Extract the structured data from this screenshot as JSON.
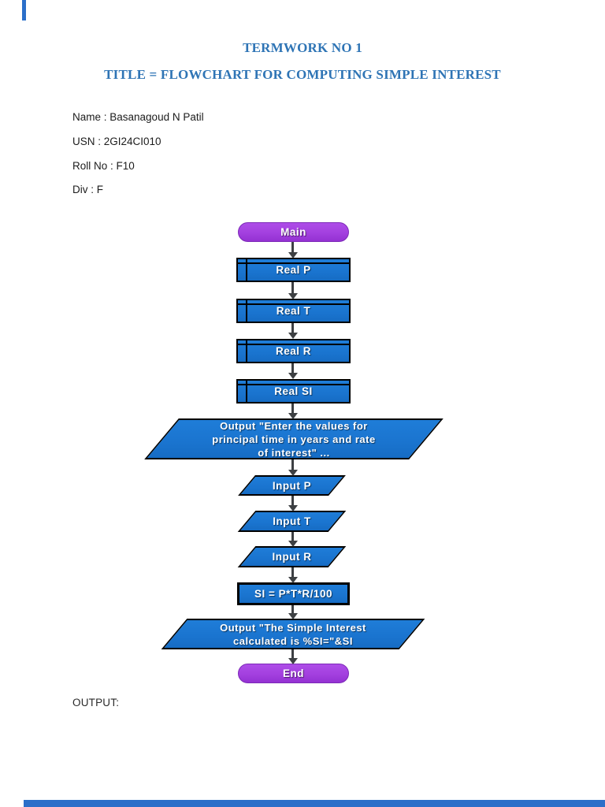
{
  "page": {
    "title1": "TERMWORK NO 1",
    "title2": "TITLE = FLOWCHART FOR COMPUTING SIMPLE INTEREST",
    "info": [
      "Name : Basanagoud N Patil",
      "USN : 2GI24CI010",
      "Roll No : F10",
      "Div : F"
    ],
    "output_label": "OUTPUT:"
  },
  "colors": {
    "heading_blue": "#2E74B5",
    "shape_blue": "#1A74CF",
    "shape_purple": "#A340DF",
    "shape_border": "#000000",
    "arrow_gray": "#3D4043",
    "adjacent_page_blue": "#2B6FC9"
  },
  "flowchart": {
    "nodes": [
      {
        "id": "main",
        "type": "terminal",
        "label": "Main"
      },
      {
        "id": "real-p",
        "type": "declare",
        "label": "Real P"
      },
      {
        "id": "real-t",
        "type": "declare",
        "label": "Real T"
      },
      {
        "id": "real-r",
        "type": "declare",
        "label": "Real R"
      },
      {
        "id": "real-si",
        "type": "declare",
        "label": "Real SI"
      },
      {
        "id": "output-prompt",
        "type": "output",
        "label": "Output \"Enter the values for\nprincipal time in years and rate\nof interest\" ..."
      },
      {
        "id": "input-p",
        "type": "input",
        "label": "Input P"
      },
      {
        "id": "input-t",
        "type": "input",
        "label": "Input T"
      },
      {
        "id": "input-r",
        "type": "input",
        "label": "Input R"
      },
      {
        "id": "assign-si",
        "type": "process",
        "label": "SI = P*T*R/100"
      },
      {
        "id": "output-result",
        "type": "output",
        "label": "Output \"The Simple Interest\ncalculated is %SI=\"&SI"
      },
      {
        "id": "end",
        "type": "terminal",
        "label": "End"
      }
    ]
  }
}
